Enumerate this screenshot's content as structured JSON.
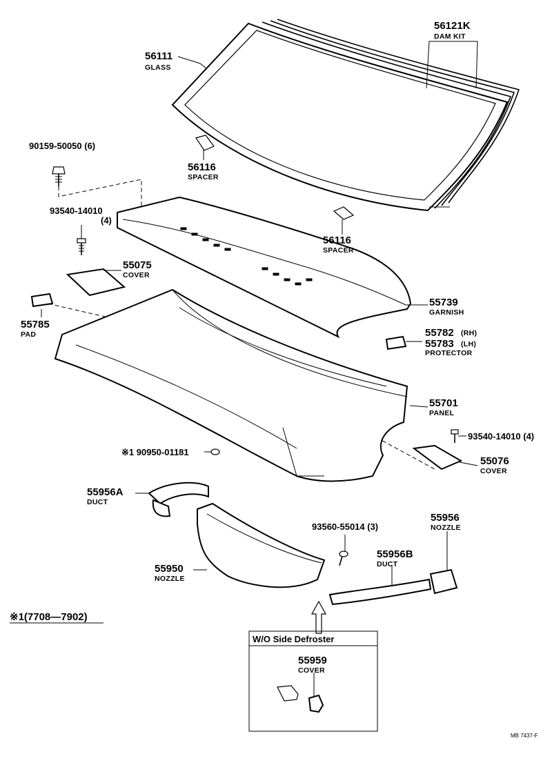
{
  "labels": {
    "glass_num": "56111",
    "glass_name": "GLASS",
    "damkit_num": "56121K",
    "damkit_name": "DAM KIT",
    "bolt_num": "90159-50050 (6)",
    "spacer1_num": "56116",
    "spacer1_name": "SPACER",
    "screw_num": "93540-14010",
    "screw_qty": "(4)",
    "spacer2_num": "56116",
    "spacer2_name": "SPACER",
    "cover_num": "55075",
    "cover_name": "COVER",
    "garnish_num": "55739",
    "garnish_name": "GARNISH",
    "pad_num": "55785",
    "pad_name": "PAD",
    "protector_rh_num": "55782",
    "protector_rh_side": "(RH)",
    "protector_lh_num": "55783",
    "protector_lh_side": "(LH)",
    "protector_name": "PROTECTOR",
    "panel_num": "55701",
    "panel_name": "PANEL",
    "screw2_num": "93540-14010 (4)",
    "clip_num": "※1 90950-01181",
    "cover2_num": "55076",
    "cover2_name": "COVER",
    "ductA_num": "55956A",
    "ductA_name": "DUCT",
    "screw3_num": "93560-55014 (3)",
    "nozzle_r_num": "55956",
    "nozzle_r_name": "NOZZLE",
    "ductB_num": "55956B",
    "ductB_name": "DUCT",
    "nozzle_num": "55950",
    "nozzle_name": "NOZZLE",
    "footnote": "※1(7708—7902)",
    "variant_title": "W/O Side Defroster",
    "cover3_num": "55959",
    "cover3_name": "COVER",
    "ref_code": "MB 7437-F"
  }
}
